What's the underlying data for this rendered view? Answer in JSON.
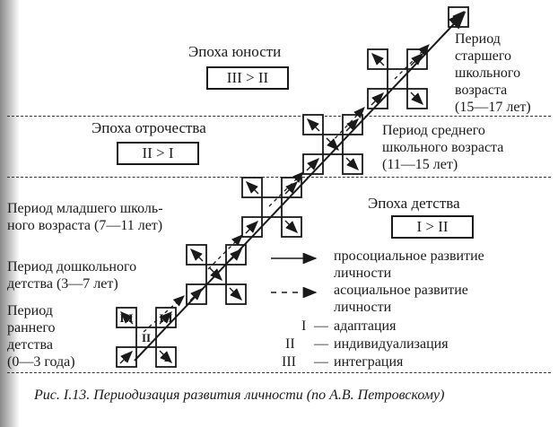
{
  "eras": [
    {
      "title": "Эпоха юности",
      "formula": "III > II"
    },
    {
      "title": "Эпоха отрочества",
      "formula": "II > I"
    },
    {
      "title": "Эпоха детства",
      "formula": "I > II"
    }
  ],
  "periods": {
    "senior_school": [
      "Период",
      "старшего",
      "школьного",
      "возраста",
      "(15—17 лет)"
    ],
    "middle_school": [
      "Период среднего",
      "школьного возраста",
      "(11—15 лет)"
    ],
    "junior_school": [
      "Период младшего школь-",
      "ного возраста (7—11 лет)"
    ],
    "preschool": [
      "Период дошкольного",
      "детства (3—7 лет)"
    ],
    "early": [
      "Период",
      "раннего",
      "детства",
      "(0—3 года)"
    ]
  },
  "square_marks": [
    "I",
    "II",
    "III"
  ],
  "legend": [
    {
      "style": "solid",
      "text": [
        "просоциальное развитие",
        "личности"
      ]
    },
    {
      "style": "dashed",
      "text": [
        "асоциальное развитие",
        "личности"
      ]
    },
    {
      "mark": "I",
      "dash": "—",
      "text": "адаптация"
    },
    {
      "mark": "II",
      "dash": "—",
      "text": "индивидуализация"
    },
    {
      "mark": "III",
      "dash": "—",
      "text": "интеграция"
    }
  ],
  "caption": "Рис. I.13. Периодизация развития личности (по А.В. Петровскому)"
}
